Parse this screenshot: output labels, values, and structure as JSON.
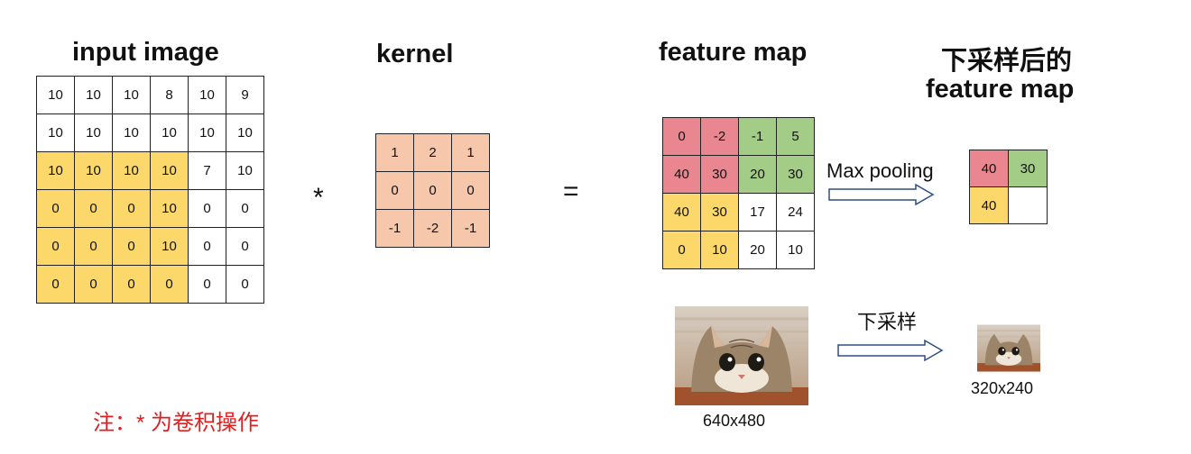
{
  "titles": {
    "input": "input image",
    "kernel": "kernel",
    "feature": "feature map",
    "pooled_line1": "下采样后的",
    "pooled_line2": "feature map"
  },
  "operators": {
    "conv": "*",
    "equals": "="
  },
  "input_grid": [
    [
      "10",
      "10",
      "10",
      "8",
      "10",
      "9"
    ],
    [
      "10",
      "10",
      "10",
      "10",
      "10",
      "10"
    ],
    [
      "10",
      "10",
      "10",
      "10",
      "7",
      "10"
    ],
    [
      "0",
      "0",
      "0",
      "10",
      "0",
      "0"
    ],
    [
      "0",
      "0",
      "0",
      "10",
      "0",
      "0"
    ],
    [
      "0",
      "0",
      "0",
      "0",
      "0",
      "0"
    ]
  ],
  "input_colors": [
    [
      "white",
      "white",
      "white",
      "white",
      "white",
      "white"
    ],
    [
      "white",
      "white",
      "white",
      "white",
      "white",
      "white"
    ],
    [
      "yellow",
      "yellow",
      "yellow",
      "yellow",
      "white",
      "white"
    ],
    [
      "yellow",
      "yellow",
      "yellow",
      "yellow",
      "white",
      "white"
    ],
    [
      "yellow",
      "yellow",
      "yellow",
      "yellow",
      "white",
      "white"
    ],
    [
      "yellow",
      "yellow",
      "yellow",
      "yellow",
      "white",
      "white"
    ]
  ],
  "kernel_grid": [
    [
      "1",
      "2",
      "1"
    ],
    [
      "0",
      "0",
      "0"
    ],
    [
      "-1",
      "-2",
      "-1"
    ]
  ],
  "feature_grid": [
    [
      "0",
      "-2",
      "-1",
      "5"
    ],
    [
      "40",
      "30",
      "20",
      "30"
    ],
    [
      "40",
      "30",
      "17",
      "24"
    ],
    [
      "0",
      "10",
      "20",
      "10"
    ]
  ],
  "feature_colors": [
    [
      "red",
      "red",
      "green",
      "green"
    ],
    [
      "red",
      "red",
      "green",
      "green"
    ],
    [
      "yellow",
      "yellow",
      "white",
      "white"
    ],
    [
      "yellow",
      "yellow",
      "white",
      "white"
    ]
  ],
  "pooling_label": "Max pooling",
  "pooled_grid": [
    [
      "40",
      "30"
    ],
    [
      "40",
      ""
    ]
  ],
  "pooled_colors": [
    [
      "red",
      "green"
    ],
    [
      "yellow",
      "white"
    ]
  ],
  "downsample_label": "下采样",
  "image_captions": {
    "large": "640x480",
    "small": "320x240"
  },
  "note": "注：* 为卷积操作",
  "colors": {
    "white": "#ffffff",
    "yellow": "#fbd869",
    "orange": "#f6c7ab",
    "red": "#e9868f",
    "green": "#a3cc86",
    "note_red": "#e02020"
  }
}
